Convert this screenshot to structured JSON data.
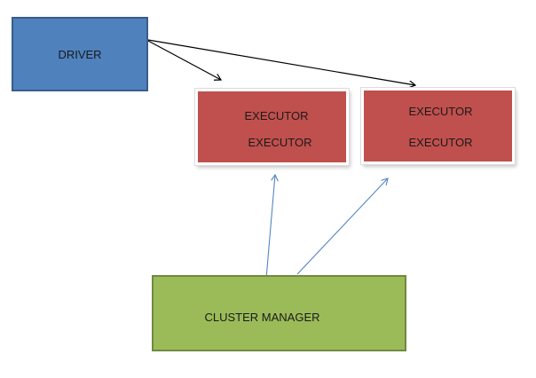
{
  "diagram": {
    "background": "#FFFFFF",
    "text_color": "#1a1a1a",
    "nodes": {
      "driver": {
        "label": "DRIVER",
        "fill": "#4F81BD",
        "border_color": "#385D8A"
      },
      "executor_group_left": {
        "lines": [
          "EXECUTOR",
          "EXECUTOR"
        ],
        "fill": "#C0504D",
        "border_color": "#FFFFFF"
      },
      "executor_group_right": {
        "lines": [
          "EXECUTOR",
          "EXECUTOR"
        ],
        "fill": "#C0504D",
        "border_color": "#FFFFFF"
      },
      "cluster_manager": {
        "label": "CLUSTER MANAGER",
        "fill": "#9BBB59",
        "border_color": "#71893F"
      }
    },
    "edges": {
      "driver_edges": {
        "color": "#000000",
        "from": "driver",
        "to": [
          "executor_group_left",
          "executor_group_right"
        ]
      },
      "cluster_edges": {
        "color": "#5585C2",
        "from": "cluster_manager",
        "to": [
          "executor_group_left",
          "executor_group_right"
        ]
      }
    }
  }
}
